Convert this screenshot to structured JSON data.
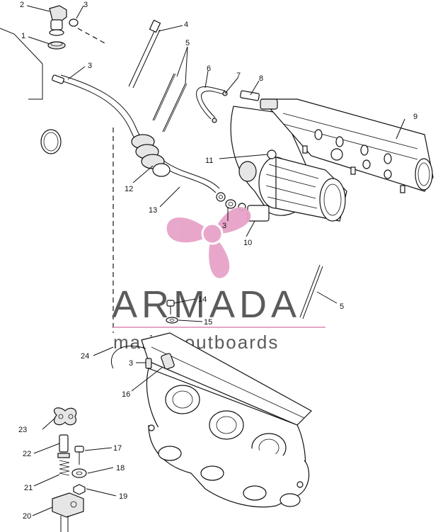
{
  "watermark": {
    "brand": "ARMADA",
    "tagline": "marine outboards",
    "accent_color": "#e7a3c8",
    "text_color": "#5b5b5b"
  },
  "callouts": [
    {
      "id": "c1",
      "text": "1"
    },
    {
      "id": "c2",
      "text": "2"
    },
    {
      "id": "c3a",
      "text": "3"
    },
    {
      "id": "c3b",
      "text": "3"
    },
    {
      "id": "c3c",
      "text": "3"
    },
    {
      "id": "c3d",
      "text": "3"
    },
    {
      "id": "c4",
      "text": "4"
    },
    {
      "id": "c5a",
      "text": "5"
    },
    {
      "id": "c5b",
      "text": "5"
    },
    {
      "id": "c6",
      "text": "6"
    },
    {
      "id": "c7",
      "text": "7"
    },
    {
      "id": "c8",
      "text": "8"
    },
    {
      "id": "c9",
      "text": "9"
    },
    {
      "id": "c10",
      "text": "10"
    },
    {
      "id": "c11",
      "text": "11"
    },
    {
      "id": "c12",
      "text": "12"
    },
    {
      "id": "c13",
      "text": "13"
    },
    {
      "id": "c14",
      "text": "14"
    },
    {
      "id": "c15",
      "text": "15"
    },
    {
      "id": "c16",
      "text": "16"
    },
    {
      "id": "c17",
      "text": "17"
    },
    {
      "id": "c18",
      "text": "18"
    },
    {
      "id": "c19",
      "text": "19"
    },
    {
      "id": "c20",
      "text": "20"
    },
    {
      "id": "c21",
      "text": "21"
    },
    {
      "id": "c22",
      "text": "22"
    },
    {
      "id": "c23",
      "text": "23"
    },
    {
      "id": "c24",
      "text": "24"
    }
  ]
}
